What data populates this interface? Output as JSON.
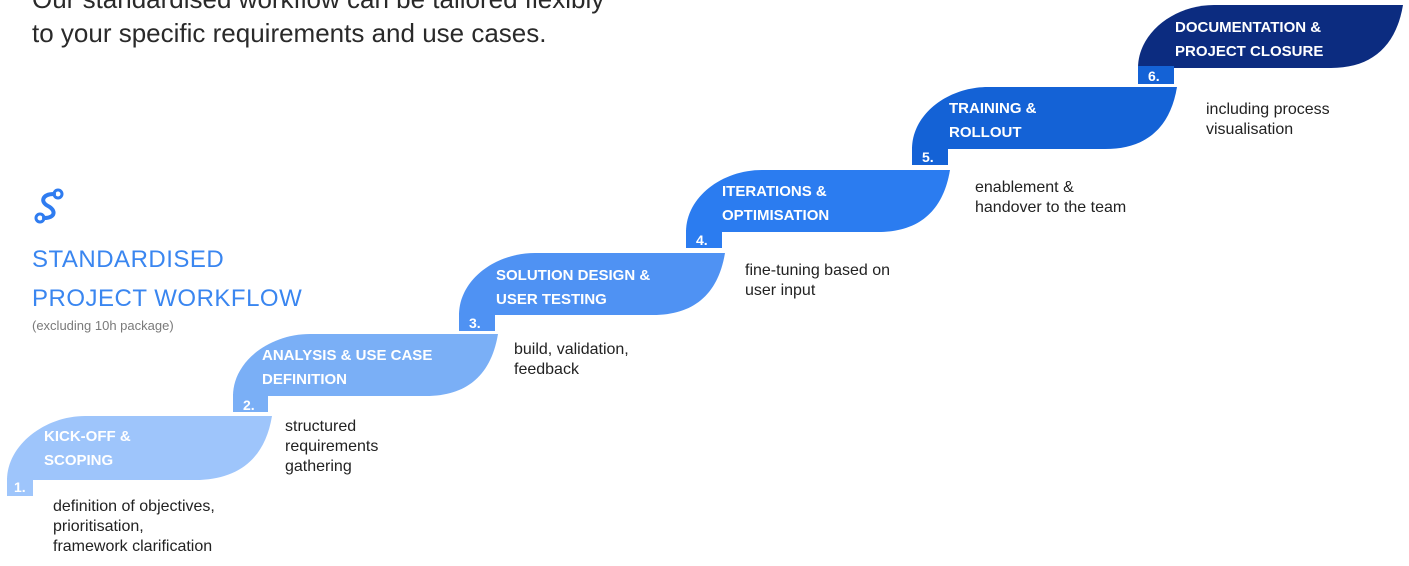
{
  "intro": {
    "line1": "Our standardised workflow can be tailored flexibly",
    "line2": "to your specific requirements and use cases."
  },
  "workflow": {
    "icon": "route-icon",
    "title_lines": [
      "STANDARDISED",
      "PROJECT WORKFLOW"
    ],
    "subtitle": "(excluding 10h package)"
  },
  "colors": {
    "title": "#3a86f0",
    "step1": "#9ec5fb",
    "step2": "#7aaff6",
    "step3": "#4f92f3",
    "step4": "#2b7cf0",
    "step5": "#1462d6",
    "step6": "#0c2c80"
  },
  "steps": [
    {
      "number": "1.",
      "title_lines": [
        "KICK-OFF &",
        "SCOPING"
      ],
      "description_lines": [
        "definition of objectives,",
        "prioritisation,",
        "framework clarification"
      ]
    },
    {
      "number": "2.",
      "title_lines": [
        "ANALYSIS & USE CASE",
        "DEFINITION"
      ],
      "description_lines": [
        "structured",
        "requirements",
        "gathering"
      ]
    },
    {
      "number": "3.",
      "title_lines": [
        "SOLUTION DESIGN &",
        "USER TESTING"
      ],
      "description_lines": [
        "build, validation,",
        "feedback"
      ]
    },
    {
      "number": "4.",
      "title_lines": [
        "ITERATIONS &",
        "OPTIMISATION"
      ],
      "description_lines": [
        "fine-tuning based on",
        "user input"
      ]
    },
    {
      "number": "5.",
      "title_lines": [
        "TRAINING &",
        "ROLLOUT"
      ],
      "description_lines": [
        "enablement &",
        "handover to the team"
      ]
    },
    {
      "number": "6.",
      "title_lines": [
        "DOCUMENTATION &",
        "PROJECT CLOSURE"
      ],
      "description_lines": [
        "including process",
        "visualisation"
      ]
    }
  ]
}
